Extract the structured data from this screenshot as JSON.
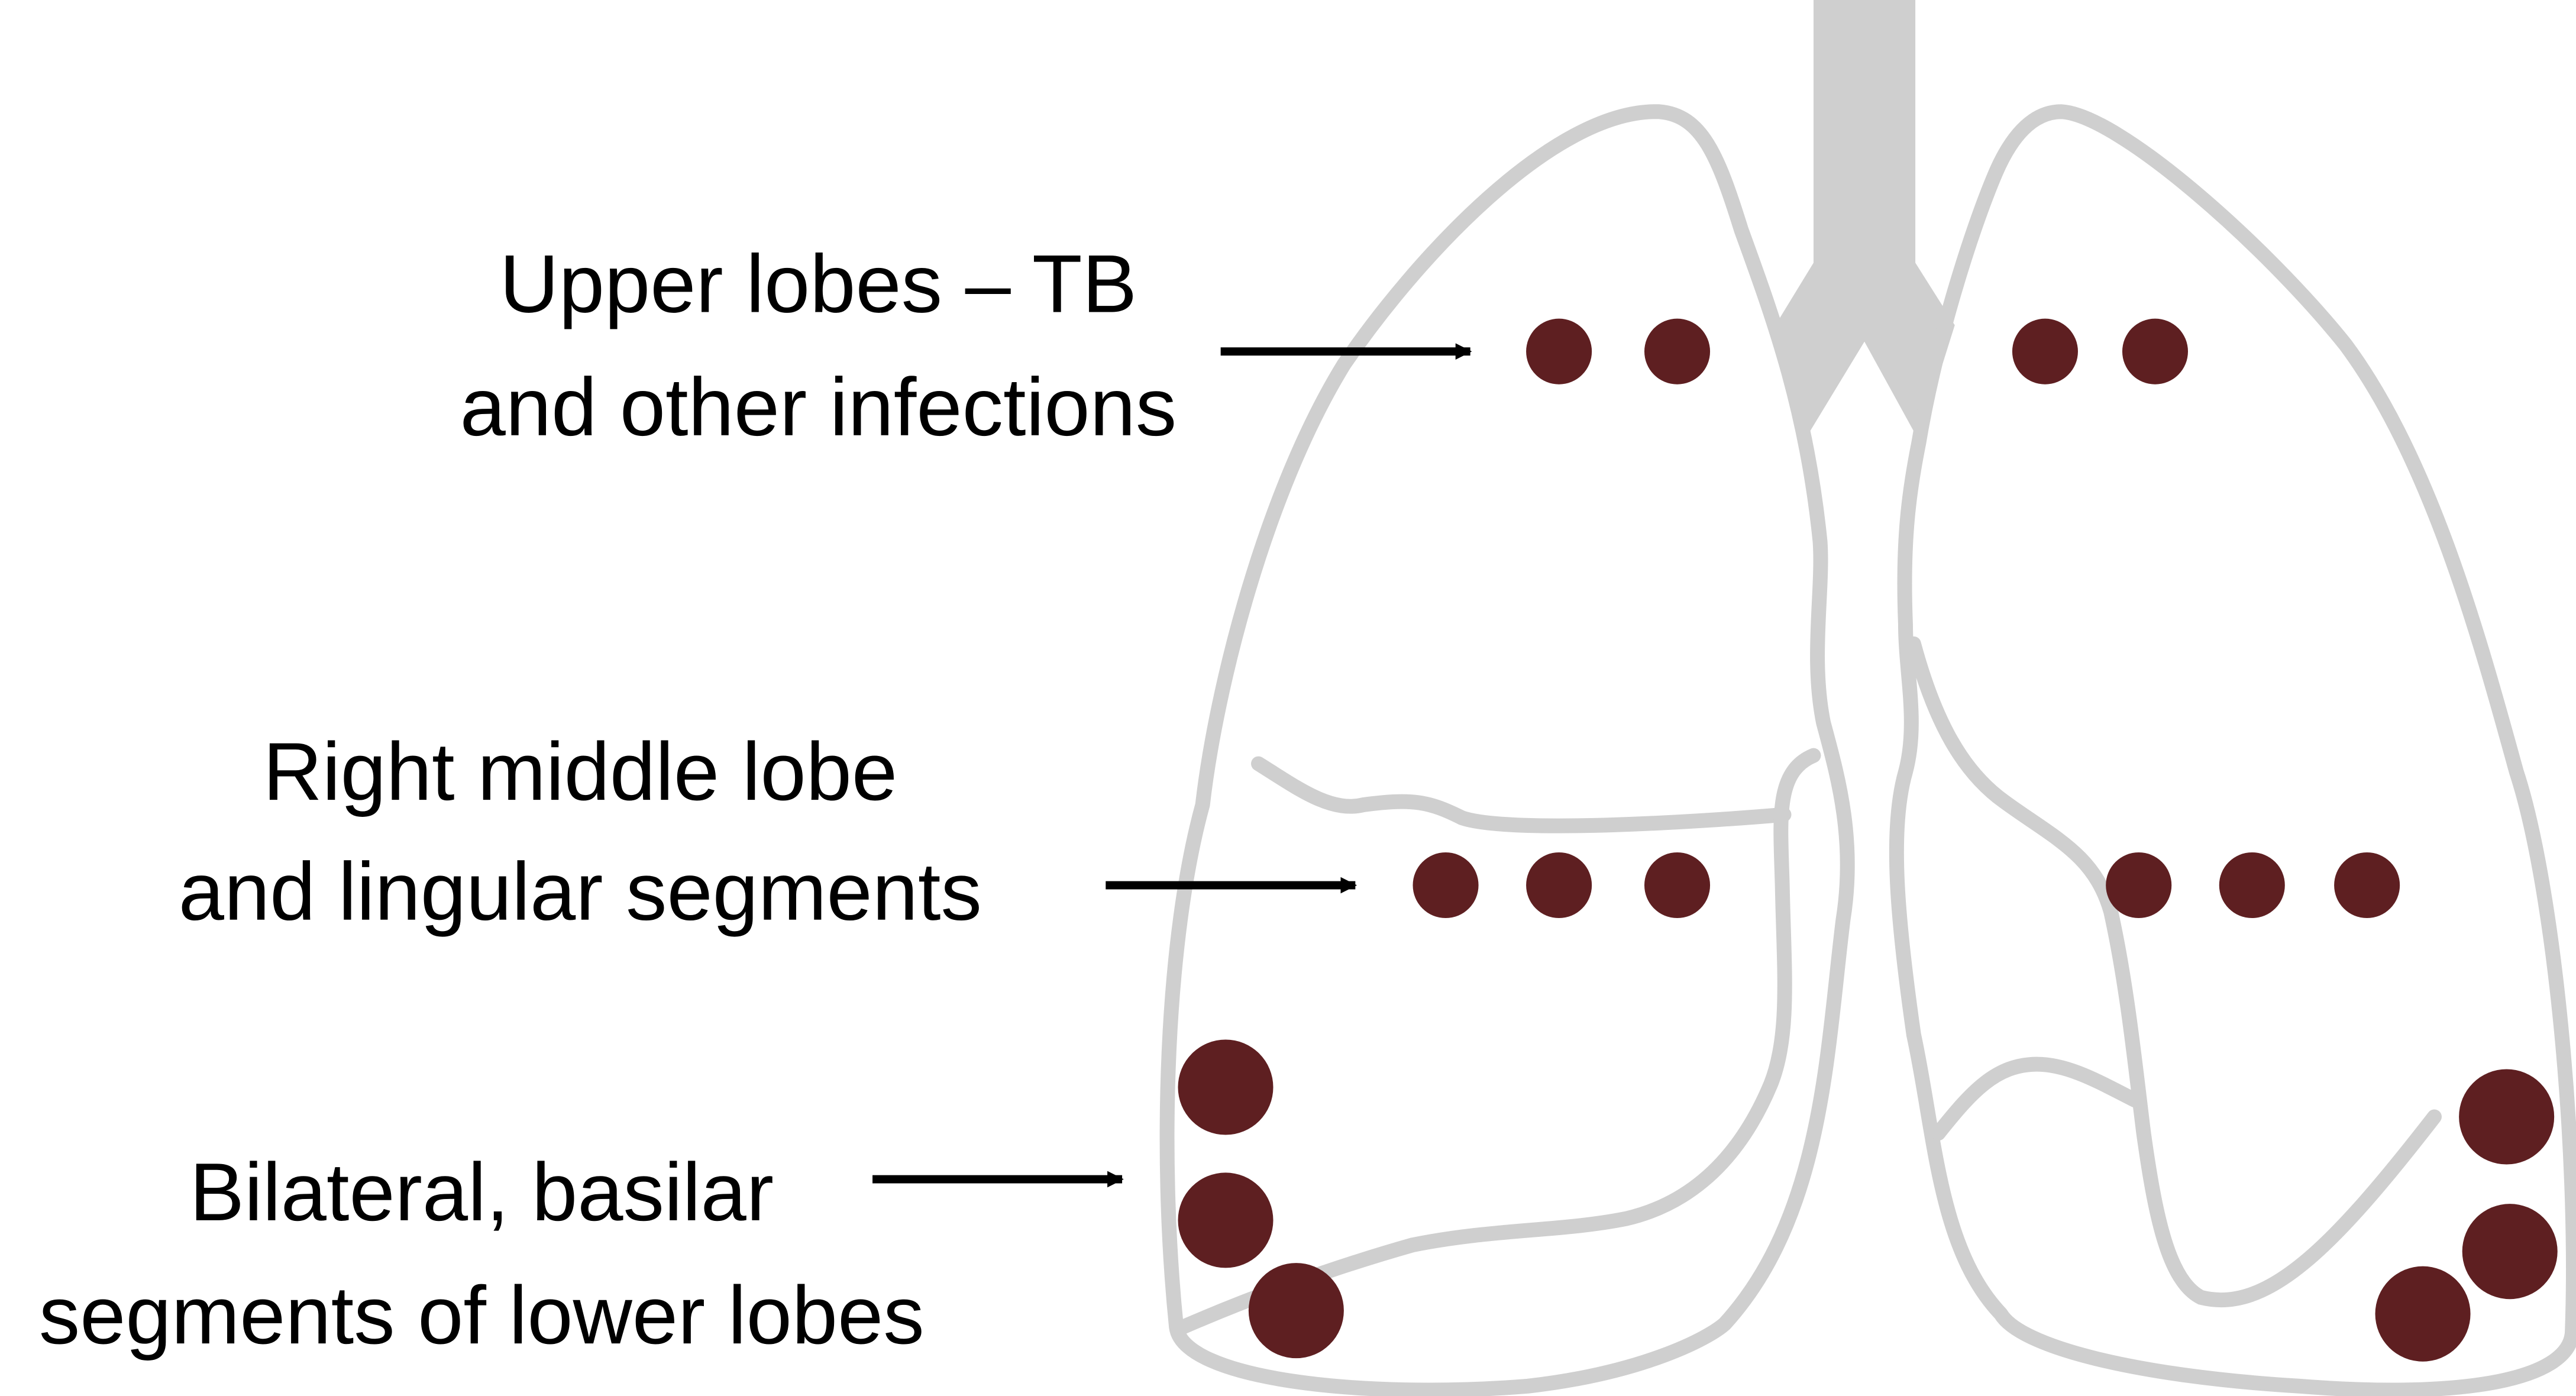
{
  "labels": {
    "upper": {
      "line1": "Upper lobes – TB",
      "line2": "and other infections"
    },
    "middle": {
      "line1": "Right middle lobe",
      "line2": "and lingular segments"
    },
    "lower": {
      "line1": "Bilateral, basilar",
      "line2": "segments of lower lobes"
    }
  },
  "colors": {
    "lesion": "#5e1f21",
    "lung_outline": "#cfcfcf",
    "trachea": "#cfcfcf",
    "arrow": "#000000",
    "text": "#000000"
  },
  "lesion_groups": [
    {
      "region": "upper",
      "side": "right-lung",
      "count": 2
    },
    {
      "region": "upper",
      "side": "left-lung",
      "count": 2
    },
    {
      "region": "middle",
      "side": "right-lung",
      "count": 3
    },
    {
      "region": "middle",
      "side": "left-lung",
      "count": 3
    },
    {
      "region": "lower",
      "side": "right-lung",
      "count": 3
    },
    {
      "region": "lower",
      "side": "left-lung",
      "count": 3
    }
  ]
}
